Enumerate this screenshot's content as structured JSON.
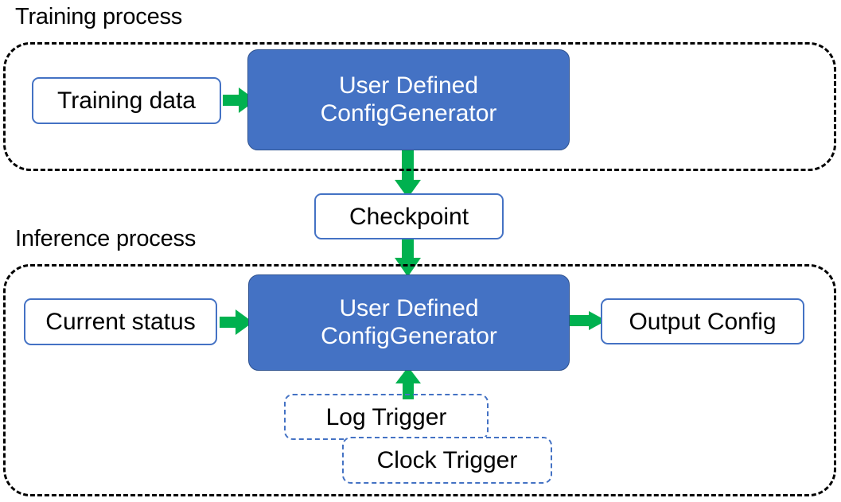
{
  "diagram": {
    "title_training": "Training process",
    "title_inference": "Inference process",
    "colors": {
      "process_fill": "#4472C4",
      "process_border": "#2F528F",
      "node_border": "#4472C4",
      "arrow": "#00B14F",
      "group_border": "#000000",
      "text_dark": "#000000",
      "text_light": "#FFFFFF"
    },
    "training": {
      "label": "Training process",
      "input": {
        "label": "Training data"
      },
      "process": {
        "line1": "User Defined",
        "line2": "ConfigGenerator"
      }
    },
    "checkpoint": {
      "label": "Checkpoint"
    },
    "inference": {
      "label": "Inference process",
      "input": {
        "label": "Current status"
      },
      "process": {
        "line1": "User Defined",
        "line2": "ConfigGenerator"
      },
      "output": {
        "label": "Output Config"
      },
      "triggers": [
        {
          "label": "Log Trigger"
        },
        {
          "label": "Clock Trigger"
        }
      ]
    },
    "edges": [
      {
        "from": "Training data",
        "to": "User Defined ConfigGenerator",
        "direction": "right"
      },
      {
        "from": "User Defined ConfigGenerator (training)",
        "to": "Checkpoint",
        "direction": "down"
      },
      {
        "from": "Checkpoint",
        "to": "User Defined ConfigGenerator (inference)",
        "direction": "down"
      },
      {
        "from": "Current status",
        "to": "User Defined ConfigGenerator (inference)",
        "direction": "right"
      },
      {
        "from": "User Defined ConfigGenerator (inference)",
        "to": "Output Config",
        "direction": "right"
      },
      {
        "from": "Log Trigger / Clock Trigger",
        "to": "User Defined ConfigGenerator (inference)",
        "direction": "up"
      }
    ]
  }
}
